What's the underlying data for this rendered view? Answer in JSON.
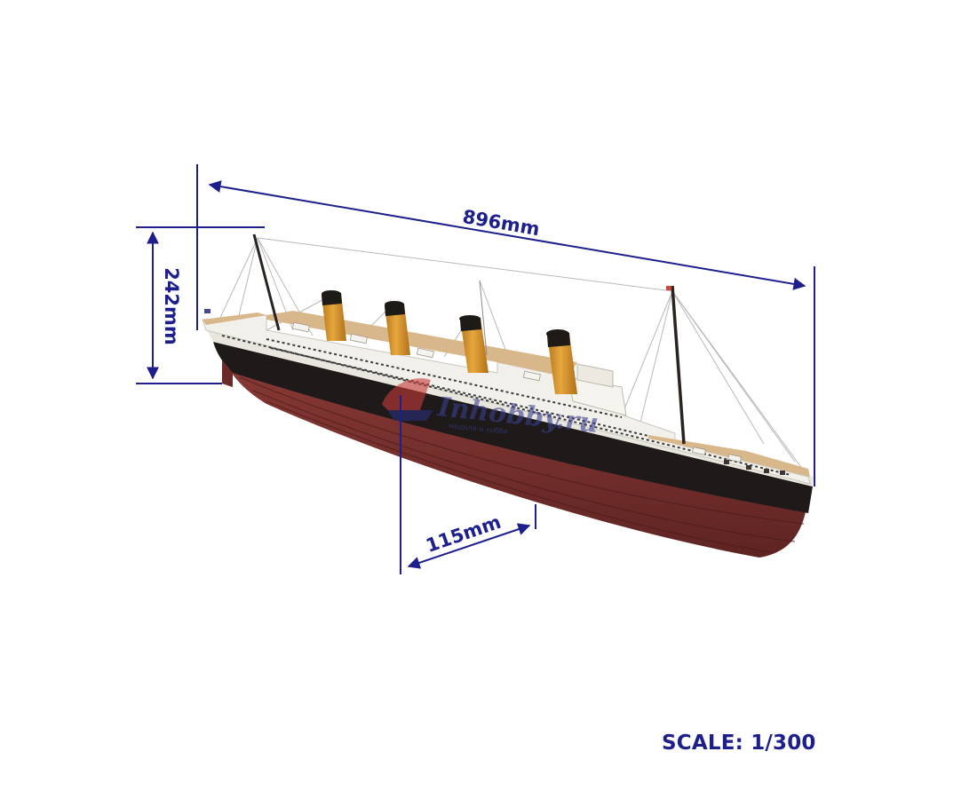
{
  "dimensions": {
    "length": "896mm",
    "height": "242mm",
    "beam": "115mm"
  },
  "scale_label": "SCALE: 1/300",
  "watermark": {
    "text": "Inhobby.ru",
    "tagline": "модели и хобби"
  },
  "colors": {
    "dimension": "#1c1f8c",
    "hull_red": "#7a2f2c",
    "hull_black": "#1e1a1a",
    "superstructure": "#f2f0ea",
    "funnel": "#d9952c",
    "funnel_top": "#1d1a17",
    "deck": "#d8b78a",
    "watermark": "#3a3f8f"
  },
  "icons": {
    "watermark_logo": "ship-logo-icon"
  }
}
